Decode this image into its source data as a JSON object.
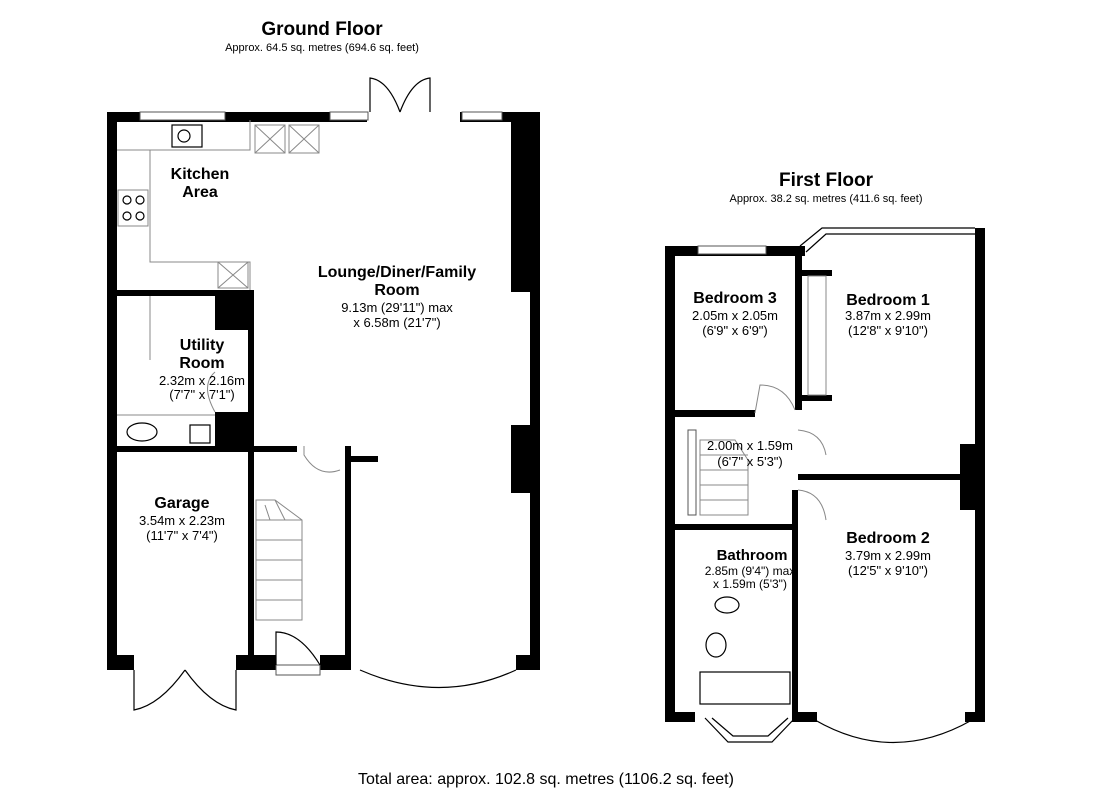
{
  "ground_floor": {
    "title": "Ground Floor",
    "area": "Approx. 64.5 sq. metres (694.6 sq. feet)",
    "rooms": {
      "kitchen": {
        "name_line1": "Kitchen",
        "name_line2": "Area"
      },
      "lounge": {
        "name_line1": "Lounge/Diner/Family",
        "name_line2": "Room",
        "dim_metric": "9.13m (29'11\") max",
        "dim_imperial": "x 6.58m (21'7\")"
      },
      "utility": {
        "name_line1": "Utility",
        "name_line2": "Room",
        "dim_metric": "2.32m x 2.16m",
        "dim_imperial": "(7'7\" x 7'1\")"
      },
      "garage": {
        "name": "Garage",
        "dim_metric": "3.54m x 2.23m",
        "dim_imperial": "(11'7\" x 7'4\")"
      }
    }
  },
  "first_floor": {
    "title": "First Floor",
    "area": "Approx. 38.2 sq. metres (411.6 sq. feet)",
    "rooms": {
      "bedroom3": {
        "name": "Bedroom 3",
        "dim_metric": "2.05m x 2.05m",
        "dim_imperial": "(6'9\" x 6'9\")"
      },
      "bedroom1": {
        "name": "Bedroom 1",
        "dim_metric": "3.87m x 2.99m",
        "dim_imperial": "(12'8\" x 9'10\")"
      },
      "landing": {
        "dim_metric": "2.00m x 1.59m",
        "dim_imperial": "(6'7\" x 5'3\")"
      },
      "bathroom": {
        "name": "Bathroom",
        "dim_metric": "2.85m (9'4\") max",
        "dim_imperial": "x 1.59m (5'3\")"
      },
      "bedroom2": {
        "name": "Bedroom 2",
        "dim_metric": "3.79m x 2.99m",
        "dim_imperial": "(12'5\" x 9'10\")"
      }
    }
  },
  "total_area": "Total area: approx. 102.8 sq. metres (1106.2 sq. feet)"
}
